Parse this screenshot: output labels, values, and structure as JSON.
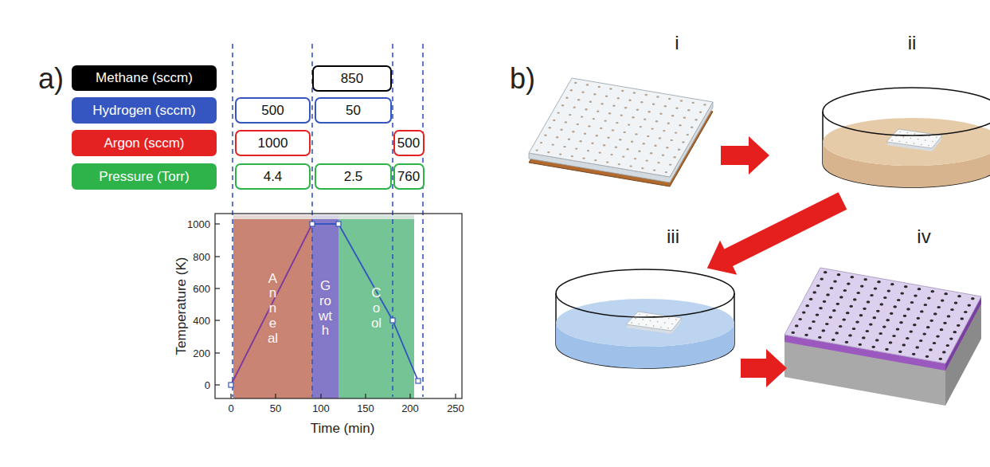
{
  "diagram": {
    "nodes": [
      {
        "text": [
          "Methane (sccm)"
        ]
      },
      {
        "text": [
          "850"
        ]
      },
      {
        "text": [
          "Hydrogen (sccm)"
        ]
      },
      {
        "text": [
          "500"
        ]
      },
      {
        "text": [
          "50"
        ]
      },
      {
        "text": [
          "Argon (sccm)"
        ]
      },
      {
        "text": [
          "1000"
        ]
      },
      {
        "text": [
          "500"
        ]
      },
      {
        "text": [
          "Pressure (Torr)"
        ]
      },
      {
        "text": [
          "4.4"
        ]
      },
      {
        "text": [
          "2.5"
        ]
      },
      {
        "text": [
          "760"
        ]
      },
      {
        "text": [
          "Anneal"
        ]
      },
      {
        "text": [
          "Growth"
        ]
      },
      {
        "text": [
          "Cool"
        ]
      }
    ],
    "labels": [
      "a)",
      "Temperature (K)",
      "0",
      "200",
      "400",
      "600",
      "800",
      "1000",
      "0",
      "50",
      "100",
      "150",
      "200",
      "250",
      "Time (min)",
      "b)",
      "i",
      "ii",
      "iii",
      "iv"
    ]
  }
}
